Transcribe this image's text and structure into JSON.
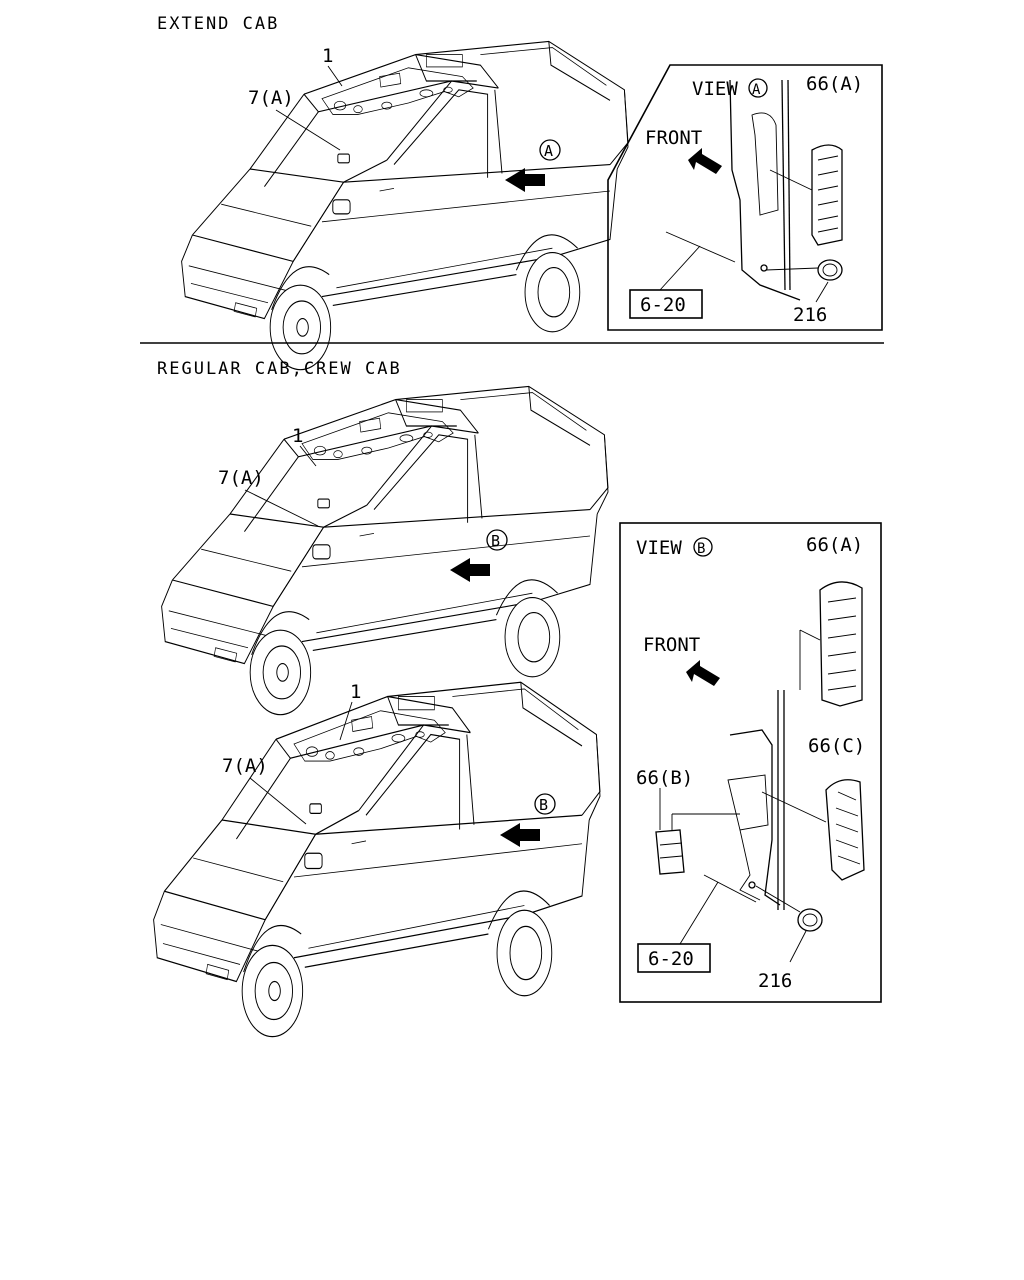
{
  "sections": {
    "top_title": "EXTEND CAB",
    "bottom_title": "REGULAR CAB,CREW CAB"
  },
  "callouts": {
    "part_1": "1",
    "part_7a": "7(A)",
    "circle_a": "A",
    "circle_b": "B"
  },
  "view_a": {
    "title": "VIEW",
    "circle": "A",
    "front": "FRONT",
    "part_66a": "66(A)",
    "ref_box": "6-20",
    "part_216": "216"
  },
  "view_b": {
    "title": "VIEW",
    "circle": "B",
    "front": "FRONT",
    "part_66a": "66(A)",
    "part_66c": "66(C)",
    "part_66b": "66(B)",
    "ref_box": "6-20",
    "part_216": "216"
  }
}
